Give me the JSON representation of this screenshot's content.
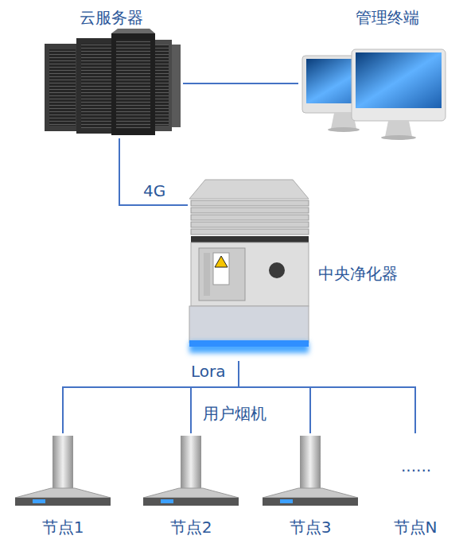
{
  "diagram": {
    "nodes": [
      {
        "text": [
          "云服务器"
        ]
      },
      {
        "text": [
          "管理终端"
        ]
      },
      {
        "text": [
          "中央净化器"
        ]
      },
      {
        "text": [
          "节点1"
        ]
      },
      {
        "text": [
          "节点2"
        ]
      },
      {
        "text": [
          "节点3"
        ]
      },
      {
        "text": [
          "节点N"
        ]
      }
    ],
    "edges": [
      {
        "from": 0,
        "to": 1,
        "arrow": "none"
      },
      {
        "from": 0,
        "to": 2,
        "label": "4G",
        "arrow": "none"
      },
      {
        "from": 2,
        "to": 3,
        "label": "Lora",
        "arrow": "none"
      },
      {
        "from": 2,
        "to": 4,
        "arrow": "none"
      },
      {
        "from": 2,
        "to": 5,
        "arrow": "none"
      },
      {
        "from": 2,
        "to": 6,
        "arrow": "none"
      }
    ],
    "labels": [
      "用户烟机",
      "......"
    ]
  }
}
